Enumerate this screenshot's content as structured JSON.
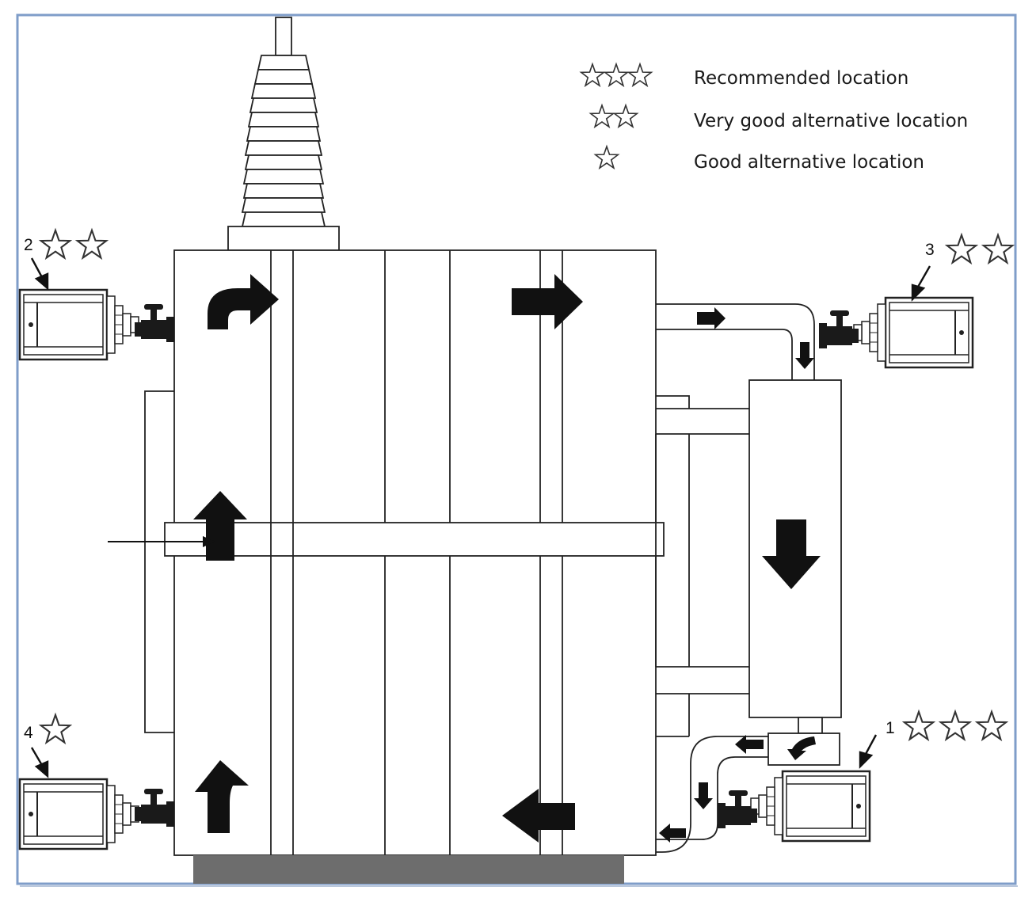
{
  "legend": [
    {
      "stars": 3,
      "label": "Recommended location"
    },
    {
      "stars": 2,
      "label": "Very good alternative location"
    },
    {
      "stars": 1,
      "label": "Good alternative location"
    }
  ],
  "locations": [
    {
      "number": "1",
      "stars": 3
    },
    {
      "number": "2",
      "stars": 2
    },
    {
      "number": "3",
      "stars": 2
    },
    {
      "number": "4",
      "stars": 1
    }
  ],
  "colors": {
    "frame": "#7f9dc9",
    "line": "#222222",
    "arrow": "#111111",
    "base": "#6d6d6d"
  },
  "icons": {
    "device": "monitor-device-icon",
    "valve": "valve-icon",
    "flow": "flow-arrow-icon",
    "star": "star-icon"
  }
}
